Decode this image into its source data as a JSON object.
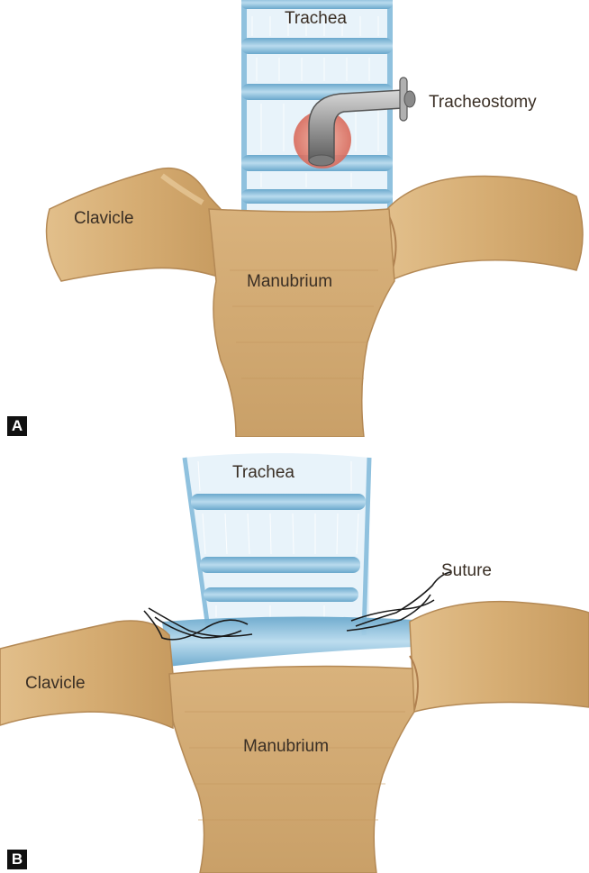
{
  "panel_a": {
    "letter": "A",
    "labels": {
      "trachea": "Trachea",
      "tracheostomy": "Tracheostomy",
      "clavicle": "Clavicle",
      "manubrium": "Manubrium"
    }
  },
  "panel_b": {
    "letter": "B",
    "labels": {
      "trachea": "Trachea",
      "suture": "Suture",
      "clavicle": "Clavicle",
      "manubrium": "Manubrium"
    }
  },
  "colors": {
    "bone": "#d9b27c",
    "bone_dark": "#b88a52",
    "trachea_light": "#e8f3fa",
    "trachea_ring": "#7fb6d6",
    "stoma": "#e07a6a",
    "tube": "#9a9a9a",
    "suture": "#1a1a1a"
  }
}
